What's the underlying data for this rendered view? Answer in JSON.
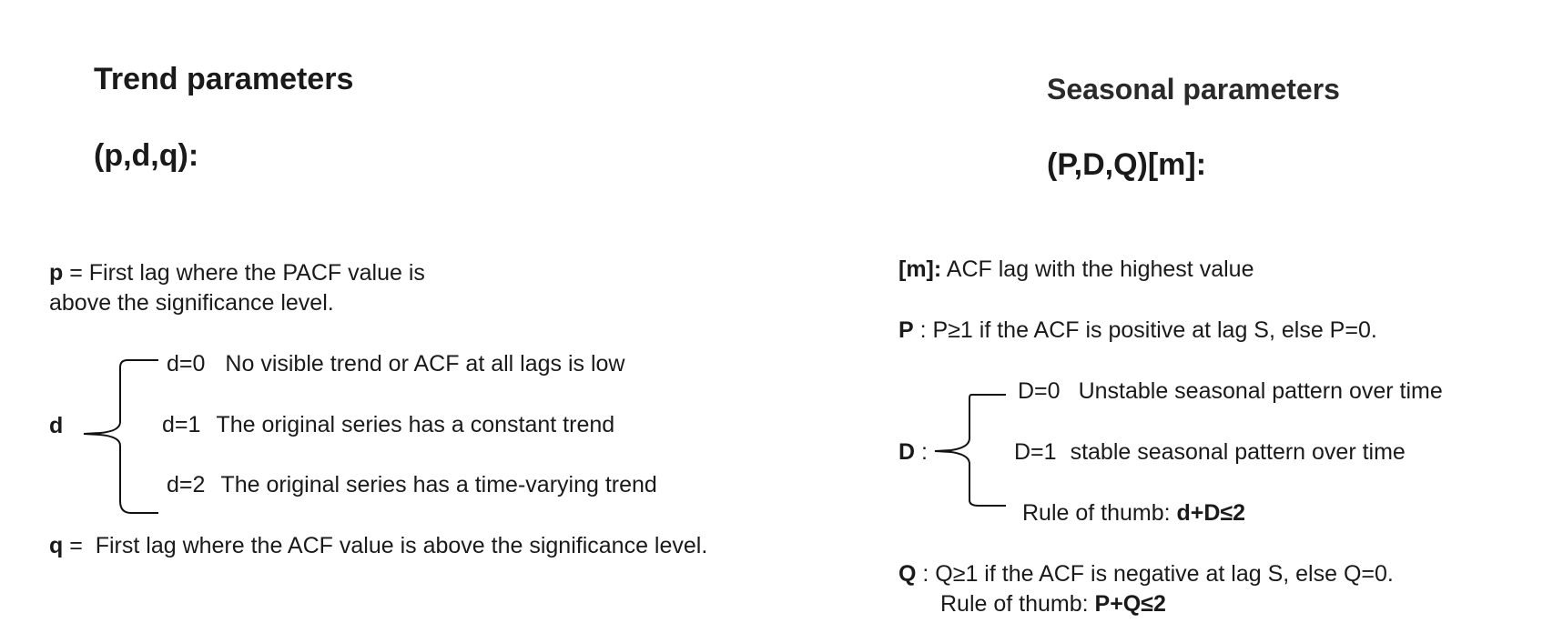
{
  "trend": {
    "title": "Trend parameters",
    "subtitle": "(p,d,q):",
    "p": {
      "key": "p",
      "sep": " = ",
      "line1": "First lag where the PACF value is",
      "line2": "above the significance level."
    },
    "d": {
      "key": "d",
      "options": [
        {
          "code": "d=0",
          "text": "No visible trend or ACF at all lags is low"
        },
        {
          "code": "d=1",
          "text": "The original series has a constant trend"
        },
        {
          "code": "d=2",
          "text": "The original series has a time-varying trend"
        }
      ]
    },
    "q": {
      "key": "q",
      "sep": " =  ",
      "text": "First lag where the ACF value is above the significance level."
    }
  },
  "seasonal": {
    "title": "Seasonal parameters",
    "subtitle": "(P,D,Q)[m]:",
    "m": {
      "key": "[m]:",
      "text": " ACF lag with the highest value"
    },
    "P": {
      "key": "P",
      "text": " : P≥1 if the ACF is positive at lag S, else P=0."
    },
    "D": {
      "key": "D",
      "sep": " :",
      "options": [
        {
          "code": "D=0",
          "text": "Unstable seasonal pattern over time"
        },
        {
          "code": "D=1",
          "text": "stable seasonal pattern over time"
        }
      ],
      "rule_label": "Rule of thumb: ",
      "rule_value": "d+D≤2"
    },
    "Q": {
      "key": "Q",
      "text": " : Q≥1 if the ACF is negative at lag S, else Q=0.",
      "rule_label": "Rule of thumb: ",
      "rule_value": "P+Q≤2"
    }
  }
}
